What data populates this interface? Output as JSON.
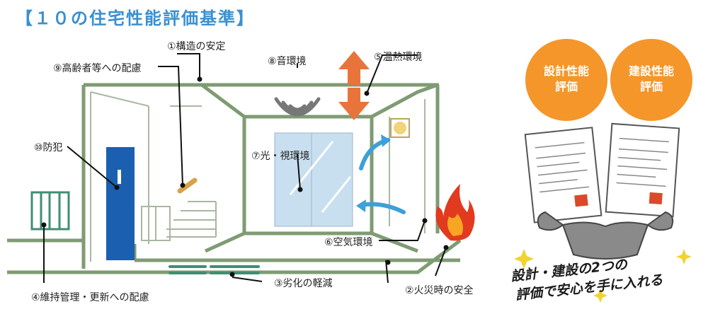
{
  "title": "【１０の住宅性能評価基準】",
  "labels": {
    "structure": "①構造の安定",
    "fire": "②火災時の安全",
    "degradation": "③劣化の軽減",
    "maintenance": "④維持管理・更新への配慮",
    "thermal": "⑤温熱環境",
    "air": "⑥空気環境",
    "light": "⑦光・視環境",
    "sound": "⑧音環境",
    "elderly": "⑨高齢者等への配慮",
    "crime": "⑩防犯"
  },
  "badges": {
    "design": [
      "設計性能",
      "評価"
    ],
    "construction": [
      "建設性能",
      "評価"
    ]
  },
  "tagline": {
    "line1": "設計・建設の2つの",
    "line2": "評価で安心を手に入れる"
  },
  "colors": {
    "title": "#3a8fd0",
    "house_line": "#7f9b72",
    "badge_orange": "#f4962a",
    "door_blue": "#1b5fb0",
    "arrow_orange": "#e8743b",
    "arrow_blue": "#3ea0d8"
  }
}
